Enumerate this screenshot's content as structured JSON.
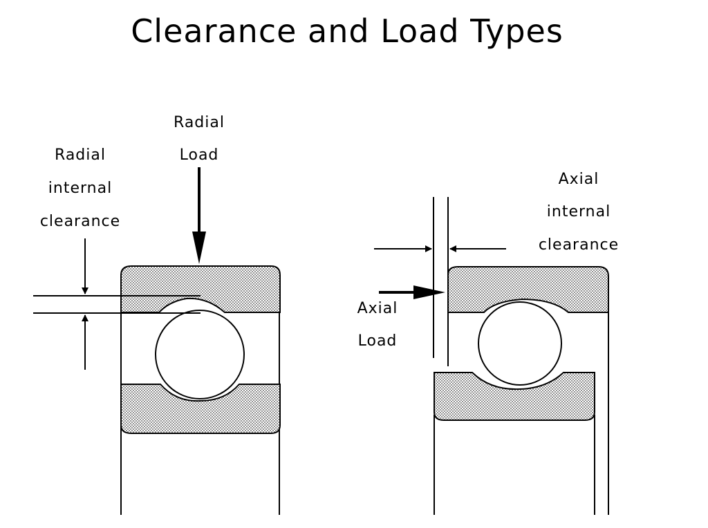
{
  "title": "Clearance and Load Types",
  "left_diagram": {
    "clearance_label": [
      "Radial",
      "internal",
      "clearance"
    ],
    "load_label": [
      "Radial",
      "Load"
    ]
  },
  "right_diagram": {
    "clearance_label": [
      "Axial",
      "internal",
      "clearance"
    ],
    "load_label": [
      "Axial",
      "Load"
    ]
  },
  "colors": {
    "line": "#000000",
    "race_fill_dots": "#555555",
    "background": "#ffffff"
  }
}
